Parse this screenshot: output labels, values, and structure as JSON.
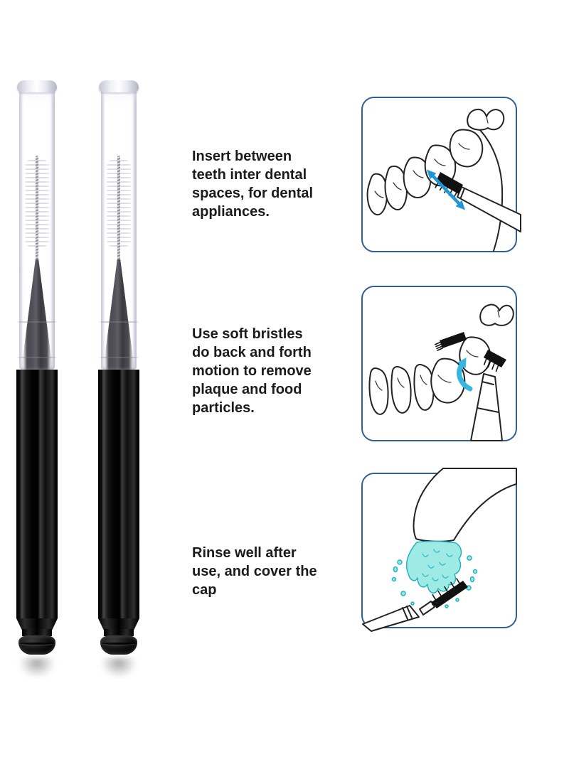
{
  "colors": {
    "background": "#ffffff",
    "panel_border": "#2e6096",
    "text": "#1b1b1b",
    "line_art": "#232323",
    "brush_black": "#111111",
    "arrow_blue": "#1e96d8",
    "rotate_arrow_cyan": "#35b7e2",
    "water_fill": "#9debe4",
    "water_stroke": "#1fb3c4",
    "cap_tint": "#c9c9d8",
    "handle_black": "#0a0a0a"
  },
  "steps": [
    {
      "id": 1,
      "text": "Insert between teeth inter dental spaces, for dental appliances.",
      "lines": [
        "Insert between",
        "teeth inter dental",
        "spaces, for dental",
        "appliances."
      ],
      "illustration": "brush-inserted-between-teeth-double-arrow"
    },
    {
      "id": 2,
      "text": "Use soft bristles do back and forth motion to remove plaque and food particles.",
      "lines": [
        "Use soft bristles",
        "do back and forth",
        "motion to remove",
        "plaque and food",
        "particles."
      ],
      "illustration": "brush-back-and-forth-on-teeth-rotate-arrow"
    },
    {
      "id": 3,
      "text": "Rinse well after use, and cover the cap",
      "lines": [
        "Rinse well after",
        "use, and cover the",
        "cap"
      ],
      "illustration": "brush-rinsed-under-faucet-water"
    }
  ]
}
